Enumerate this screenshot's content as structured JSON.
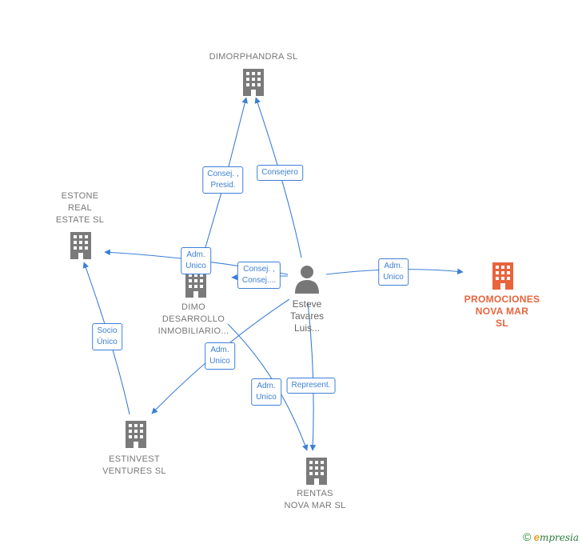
{
  "colors": {
    "edge": "#3d7fd6",
    "building": "#7a7a7a",
    "building_focus": "#e8643c",
    "person": "#777777"
  },
  "nodes": {
    "dimorphandra": {
      "label": "DIMORPHANDRA SL",
      "icon": "building-icon"
    },
    "estone": {
      "label": "ESTONE\nREAL\nESTATE  SL",
      "icon": "building-icon"
    },
    "dimo": {
      "label": "DIMO\nDESARROLLO\nINMOBILIARIO...",
      "icon": "building-icon"
    },
    "esteve": {
      "label": "Esteve\nTavares\nLuis...",
      "icon": "person-icon"
    },
    "promociones": {
      "label": "PROMOCIONES\nNOVA MAR\nSL",
      "icon": "building-icon"
    },
    "estinvest": {
      "label": "ESTINVEST\nVENTURES  SL",
      "icon": "building-icon"
    },
    "rentas": {
      "label": "RENTAS\nNOVA MAR  SL",
      "icon": "building-icon"
    }
  },
  "edges": [
    {
      "label": "Consej. ,\nPresid."
    },
    {
      "label": "Consejero"
    },
    {
      "label": "Adm.\nUnico"
    },
    {
      "label": "Consej. ,\nConsej...."
    },
    {
      "label": "Adm.\nUnico"
    },
    {
      "label": "Adm.\nUnico"
    },
    {
      "label": "Socio\nÚnico"
    },
    {
      "label": "Adm.\nUnico"
    },
    {
      "label": "Represent."
    }
  ],
  "footer": {
    "copyright": "©",
    "brand_first": "e",
    "brand_rest": "mpresia"
  }
}
